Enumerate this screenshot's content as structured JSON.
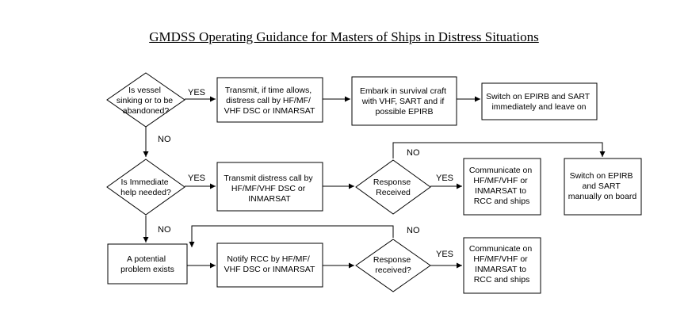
{
  "title": "GMDSS Operating Guidance for Masters of Ships in Distress Situations",
  "decisions": {
    "vessel_sinking": [
      "Is vessel",
      "sinking or to be",
      "abandoned?"
    ],
    "immediate_help": [
      "Is Immediate",
      "help needed?"
    ],
    "response_received_1": [
      "Response",
      "Received"
    ],
    "response_received_2": [
      "Response",
      "received?"
    ]
  },
  "actions": {
    "transmit_if_time": [
      "Transmit, if time allows,",
      "distress call by HF/MF/",
      "VHF DSC or INMARSAT"
    ],
    "embark_survival_craft": [
      "Embark in survival craft",
      "with VHF, SART and if",
      "possible EPIRB"
    ],
    "switch_on_epirb_leave": [
      "Switch on EPIRB and SART",
      "immediately and leave on"
    ],
    "transmit_distress_call": [
      "Transmit distress call by",
      "HF/MF/VHF DSC or",
      "INMARSAT"
    ],
    "communicate_rcc_1": [
      "Communicate on",
      "HF/MF/VHF or",
      "INMARSAT to",
      "RCC and ships"
    ],
    "switch_on_epirb_manual": [
      "Switch on EPIRB",
      "and SART",
      "manually on board"
    ],
    "potential_problem": [
      "A potential",
      "problem exists"
    ],
    "notify_rcc": [
      "Notify RCC by HF/MF/",
      "VHF DSC or INMARSAT"
    ],
    "communicate_rcc_2": [
      "Communicate on",
      "HF/MF/VHF or",
      "INMARSAT to",
      "RCC and ships"
    ]
  },
  "labels": {
    "yes": "YES",
    "no": "NO"
  }
}
